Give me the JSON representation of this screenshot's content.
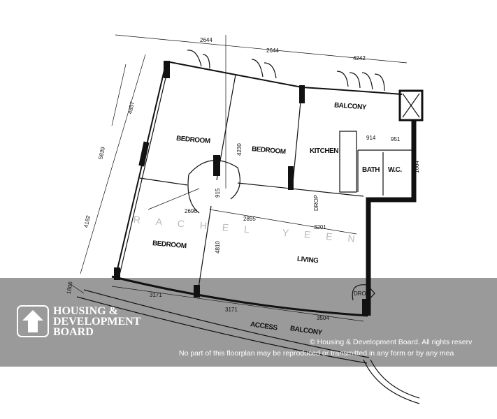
{
  "rooms": {
    "bedroom_1": "BEDROOM",
    "bedroom_2": "BEDROOM",
    "bedroom_3": "BEDROOM",
    "kitchen": "KITCHEN",
    "balcony": "BALCONY",
    "bath": "BATH",
    "wc": "W.C.",
    "living": "LIVING",
    "drop_1": "DROP",
    "drop_2": "DROP",
    "access": "ACCESS",
    "access_balcony": "BALCONY"
  },
  "dimensions": {
    "top_1": "2644",
    "top_2": "2644",
    "top_3": "4242",
    "bath_w": "914",
    "wc_w": "951",
    "wc_h": "1664",
    "left_1": "4857",
    "left_total": "5839",
    "bed2_h": "4230",
    "door": "915",
    "bed3_w": "2696",
    "mid_1": "2895",
    "mid_2": "3201",
    "left_2": "4182",
    "living_h": "4810",
    "balcony_d": "1800",
    "bottom_1": "3171",
    "bottom_2": "3171",
    "bottom_3": "3504"
  },
  "watermark": "RACHEL YEEN",
  "logo": {
    "line1": "HOUSING &",
    "line2": "DEVELOPMENT",
    "line3": "BOARD"
  },
  "copyright": {
    "line1": "© Housing & Development Board. All rights reserv",
    "line2": "No part of this floorplan may be reproduced or transmitted in any form or by any mea"
  },
  "colors": {
    "band": "#8c8c8c",
    "ink": "#111111"
  }
}
